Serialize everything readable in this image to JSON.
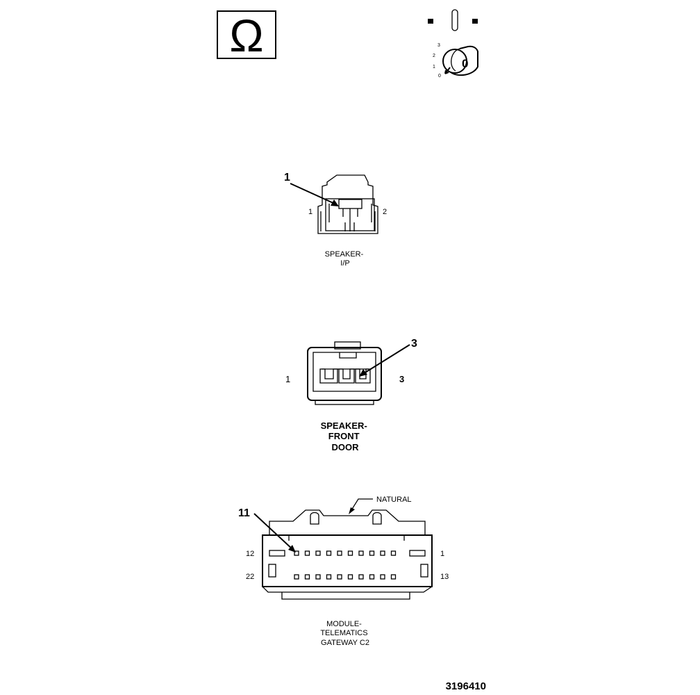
{
  "header": {
    "omega_symbol": "Ω",
    "ignition": {
      "positions": [
        "3",
        "2",
        "1",
        "0"
      ],
      "key_label": "0"
    }
  },
  "speaker_ip": {
    "callout": "1",
    "pin_left": "1",
    "pin_right": "2",
    "label_lines": [
      "SPEAKER-",
      "I/P"
    ]
  },
  "speaker_front_door": {
    "callout": "3",
    "pin_left": "1",
    "pin_right": "3",
    "label_lines": [
      "SPEAKER-",
      "FRONT",
      "DOOR"
    ]
  },
  "telematics": {
    "natural_label": "NATURAL",
    "callout": "11",
    "pin_12": "12",
    "pin_1": "1",
    "pin_22": "22",
    "pin_13": "13",
    "label_lines": [
      "MODULE-",
      "TELEMATICS",
      "GATEWAY C2"
    ]
  },
  "figure_id": "3196410"
}
